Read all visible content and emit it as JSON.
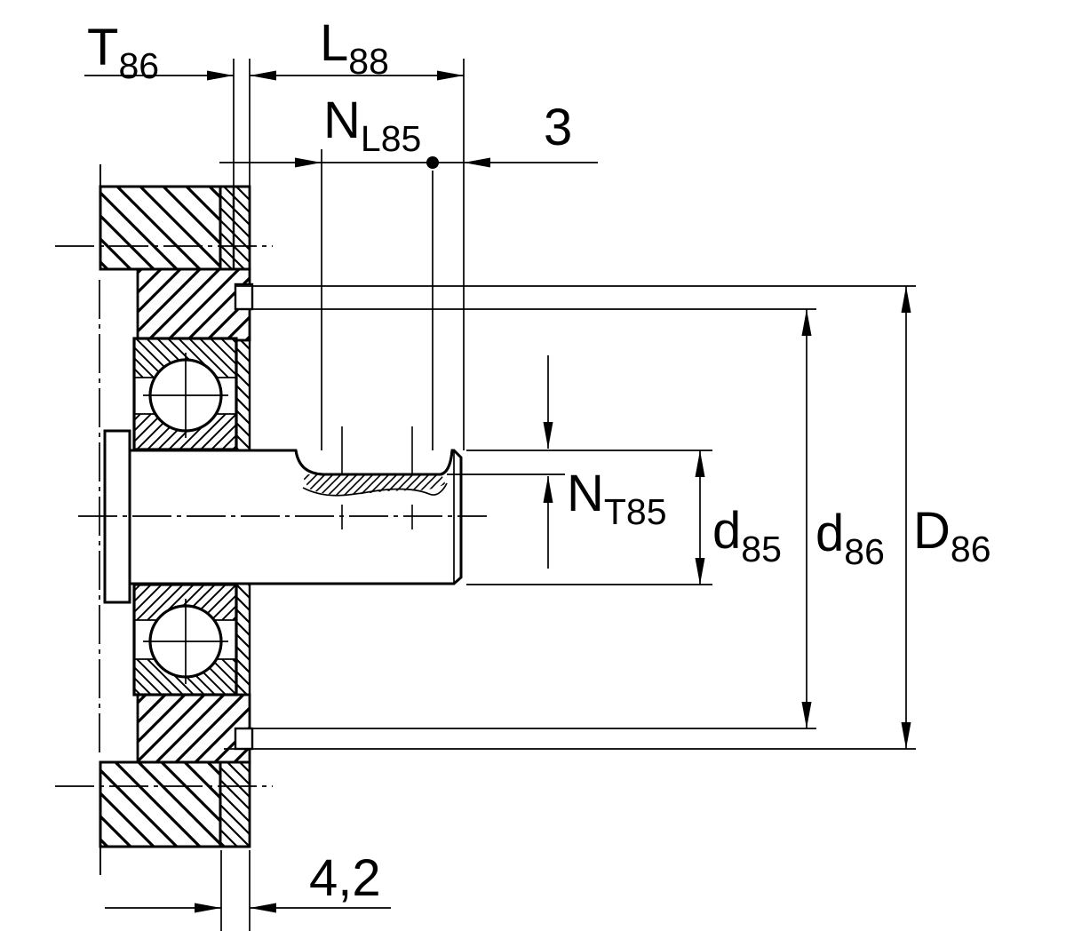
{
  "drawing": {
    "title": "flanged-bearing-unit-cross-section",
    "colors": {
      "ink": "#000000",
      "background": "#ffffff"
    }
  },
  "labels": {
    "t86": {
      "main": "T",
      "sub": "86"
    },
    "l88": {
      "main": "L",
      "sub": "88"
    },
    "nl85": {
      "main": "N",
      "sub": "L85"
    },
    "three": {
      "main": "3"
    },
    "nt85": {
      "main": "N",
      "sub": "T85"
    },
    "d85": {
      "main": "d",
      "sub": "85"
    },
    "d86": {
      "main": "d",
      "sub": "86"
    },
    "D86": {
      "main": "D",
      "sub": "86"
    },
    "fourtwo": {
      "main": "4,2"
    }
  }
}
